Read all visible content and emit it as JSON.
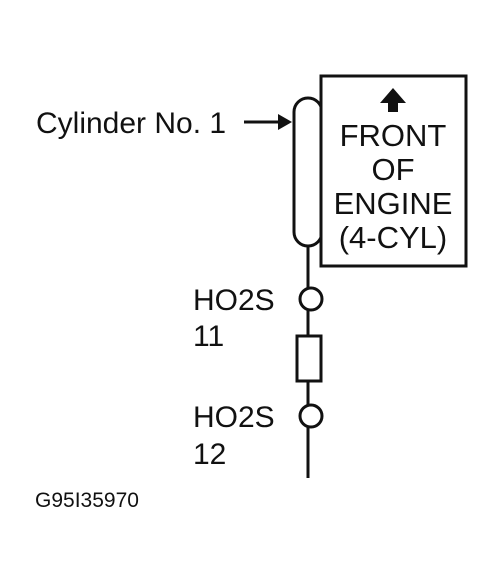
{
  "diagram": {
    "cylinder_label": "Cylinder No. 1",
    "front_box": {
      "line1": "FRONT",
      "line2": "OF",
      "line3": "ENGINE",
      "line4": "(4-CYL)"
    },
    "sensor_1": {
      "name": "HO2S",
      "number": "11"
    },
    "sensor_2": {
      "name": "HO2S",
      "number": "12"
    },
    "figure_id": "G95I35970"
  },
  "icons": {
    "front_arrow": "arrow-up-icon",
    "cylinder_arrow": "arrow-right-icon",
    "sensor": "circle-sensor-icon",
    "converter": "rectangle-converter-icon"
  },
  "colors": {
    "ink": "#111111",
    "background": "#ffffff"
  }
}
